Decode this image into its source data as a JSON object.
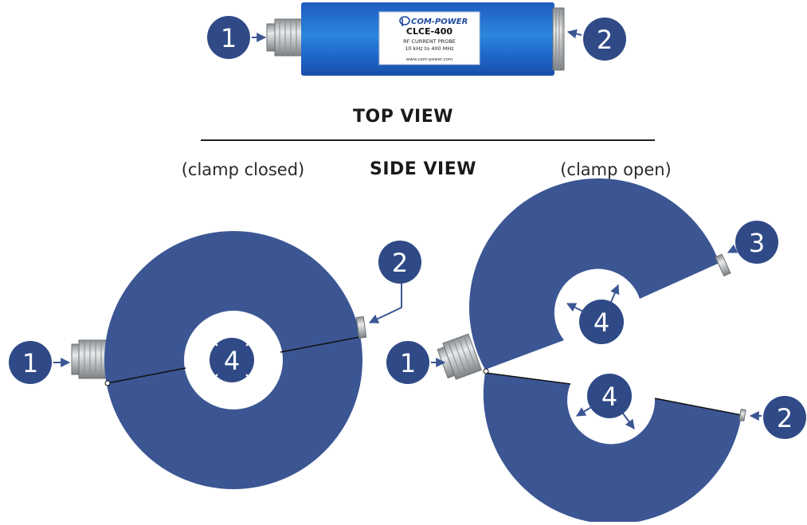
{
  "headings": {
    "top_view": "TOP VIEW",
    "side_view": "SIDE VIEW",
    "clamp_closed": "(clamp closed)",
    "clamp_open": "(clamp open)"
  },
  "product_label": {
    "brand": "COM-POWER",
    "model": "CLCE-400",
    "description": "RF CURRENT PROBE",
    "frequency_range": "10 kHz to 400 MHz",
    "website": "www.com-power.com"
  },
  "callouts": {
    "one": "1",
    "two": "2",
    "three": "3",
    "four": "4"
  },
  "colors": {
    "probe_blue": "#3b5693",
    "callout_blue": "#2f4a86",
    "body_blue_light": "#2e8fe0",
    "body_blue_dark": "#1f58b8",
    "connector_gray": "#a9acae"
  }
}
